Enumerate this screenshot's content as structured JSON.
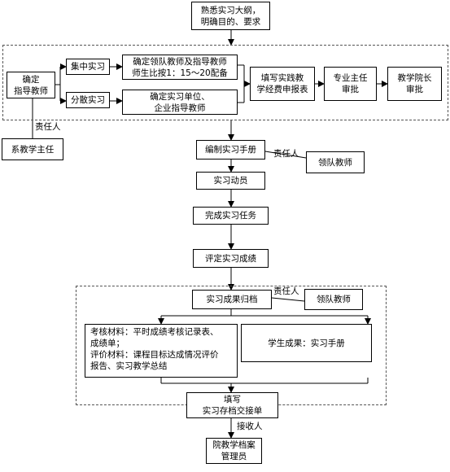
{
  "nodes": {
    "familiarize": "熟悉实习大纲，\n明确目的、要求",
    "determine_teacher": "确定\n指导教师",
    "centralized": "集中实习",
    "dispersed": "分散实习",
    "centralized_detail": "确定领队教师及指导教师\n师生比按1：15～20配备",
    "dispersed_detail": "确定实习单位、\n企业指导教师",
    "fill_form": "填写实践教\n学经费申报表",
    "major_approval": "专业主任\n审批",
    "dean_approval": "教学院长\n审批",
    "dept_director": "系教学主任",
    "compile_manual": "编制实习手册",
    "lead_teacher_1": "领队教师",
    "mobilization": "实习动员",
    "complete_task": "完成实习任务",
    "evaluate_grade": "评定实习成绩",
    "archive_results": "实习成果归档",
    "lead_teacher_2": "领队教师",
    "assessment_materials": "考核材料：平时成绩考核记录表、\n成绩单；\n评价材料：课程目标达成情况评价\n报告、实习教学总结",
    "student_results": "学生成果：实习手册",
    "fill_handover": "填写\n实习存档交接单",
    "archivist": "院教学档案\n管理员"
  },
  "edge_labels": {
    "responsible_1": "责任人",
    "responsible_2": "责任人",
    "responsible_3": "责任人",
    "receiver": "接收人"
  }
}
